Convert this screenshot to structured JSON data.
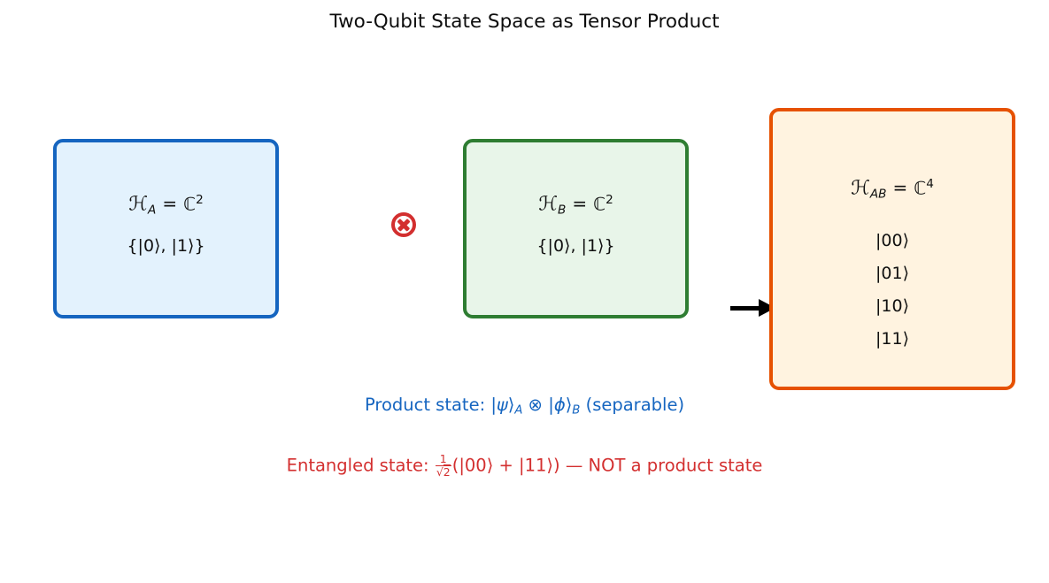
{
  "title": "Two-Qubit State Space as Tensor Product",
  "colors": {
    "title_text": "#0d0d0d",
    "box_a_border": "#1565C0",
    "box_a_fill": "#E3F2FD",
    "box_b_border": "#2E7D32",
    "box_b_fill": "#E8F5E9",
    "box_ab_border": "#E65100",
    "box_ab_fill": "#FFF3E0",
    "tensor_symbol": "#D32F2F",
    "arrow": "#000000",
    "product_text": "#1565C0",
    "entangled_text": "#D32F2F"
  },
  "icons": {
    "tensor_product": "⊗",
    "map_arrow": "→"
  },
  "box_a": {
    "space_symbol": "ℋ",
    "space_subscript": "A",
    "equals": "=",
    "field_symbol": "ℂ",
    "field_exponent": "2",
    "basis": "{|0⟩, |1⟩}"
  },
  "box_b": {
    "space_symbol": "ℋ",
    "space_subscript": "B",
    "equals": "=",
    "field_symbol": "ℂ",
    "field_exponent": "2",
    "basis": "{|0⟩, |1⟩}"
  },
  "box_ab": {
    "space_symbol": "ℋ",
    "space_subscript": "AB",
    "equals": "=",
    "field_symbol": "ℂ",
    "field_exponent": "4",
    "kets": [
      "|00⟩",
      "|01⟩",
      "|10⟩",
      "|11⟩"
    ]
  },
  "product_caption": {
    "prefix": "Product state: ",
    "ket_open_a": "|",
    "psi": "ψ",
    "ket_close_a": "⟩",
    "sub_a": "A",
    "tensor": " ⊗ ",
    "ket_open_b": "|",
    "phi": "ϕ",
    "ket_close_b": "⟩",
    "sub_b": "B",
    "suffix": " (separable)"
  },
  "entangled_caption": {
    "prefix": "Entangled state: ",
    "frac_numerator": "1",
    "frac_radical": "√",
    "frac_radicand": "2",
    "body": "(|00⟩ + |11⟩)",
    "suffix": " — NOT a product state"
  }
}
